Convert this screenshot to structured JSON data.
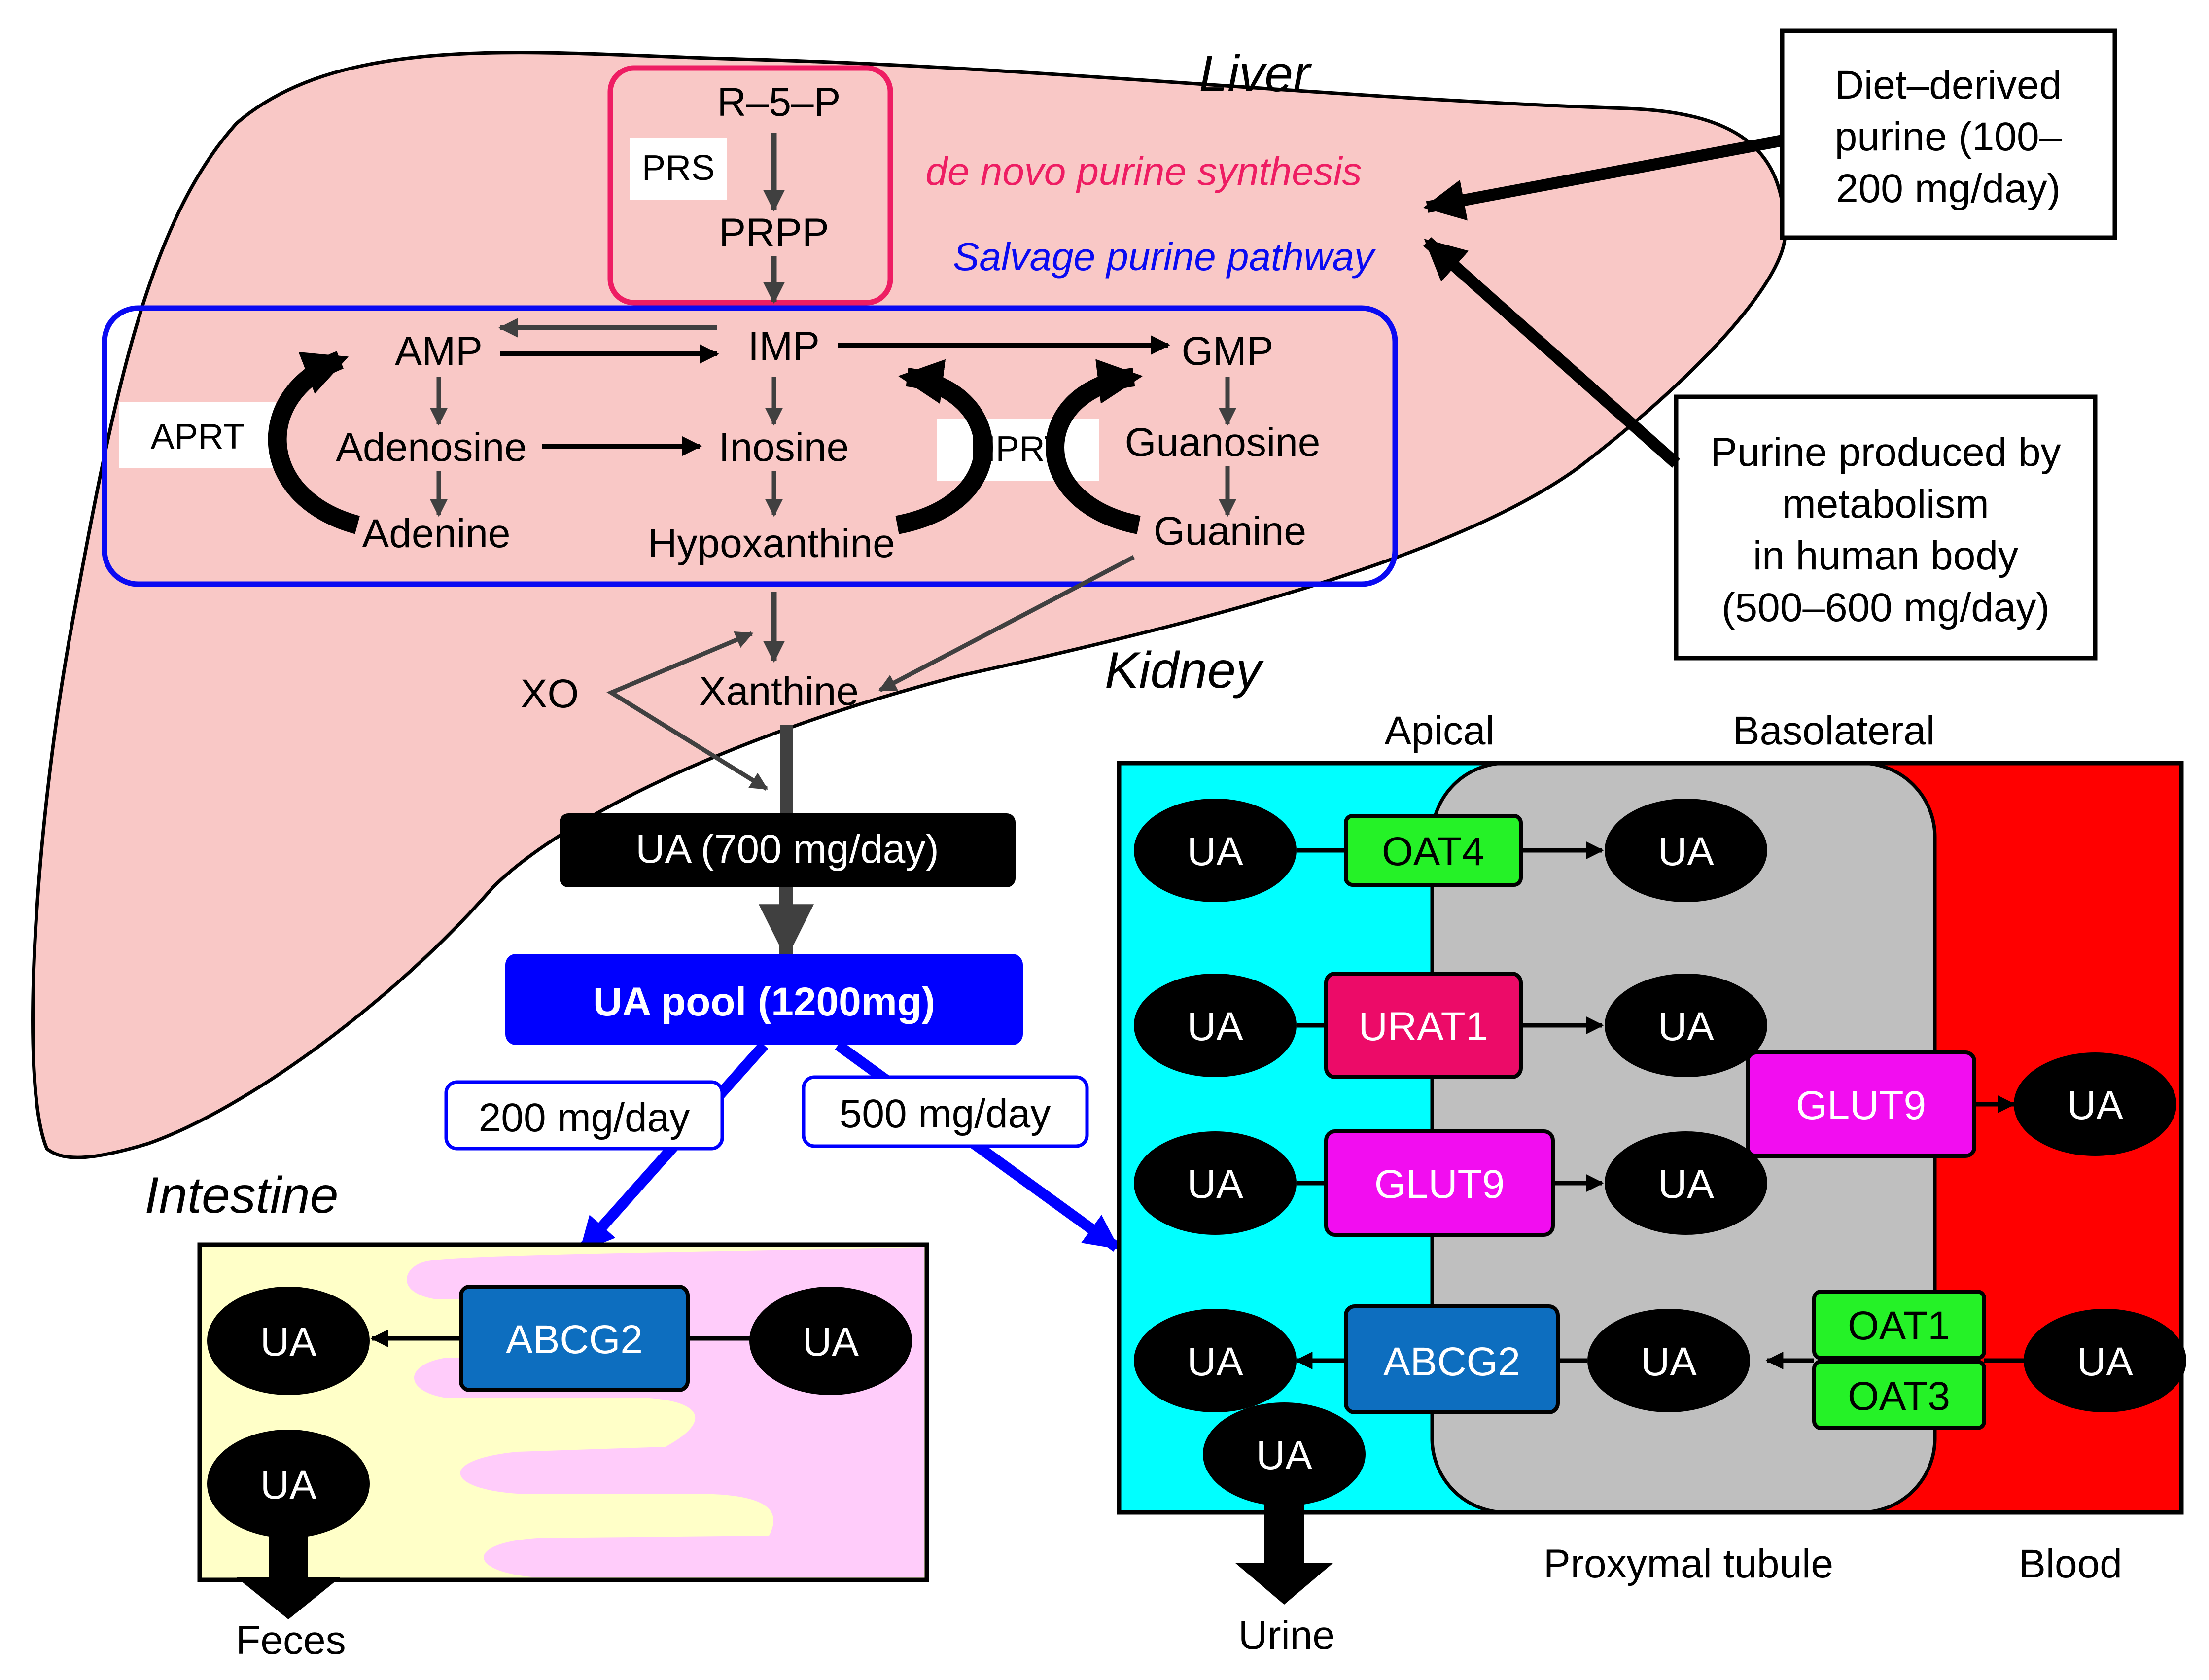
{
  "regions": {
    "liver": "Liver",
    "kidney": "Kidney",
    "intestine": "Intestine"
  },
  "sources": {
    "diet": [
      "Diet–derived",
      "purine  (100–",
      "200 mg/day)"
    ],
    "body": [
      "Purine produced by",
      "metabolism",
      "in human body",
      "(500–600 mg/day)"
    ]
  },
  "liver": {
    "r5p": "R–5–P",
    "prs": "PRS",
    "prpp": "PRPP",
    "denovo": "de novo purine synthesis",
    "salvage": "Salvage purine pathway",
    "amp": "AMP",
    "imp": "IMP",
    "gmp": "GMP",
    "aprt": "APRT",
    "hprt": "HPRT",
    "adenosine": "Adenosine",
    "inosine": "Inosine",
    "guanosine": "Guanosine",
    "adenine": "Adenine",
    "hypoxanthine": "Hypoxanthine",
    "guanine": "Guanine",
    "xo": "XO",
    "xanthine": "Xanthine",
    "ua_daily": "UA (700 mg/day)",
    "ua_pool": "UA pool (1200mg)",
    "to_intestine": "200 mg/day",
    "to_kidney": "500 mg/day"
  },
  "intestine": {
    "transporter": "ABCG2",
    "ua": "UA",
    "feces": "Feces"
  },
  "kidney": {
    "apical": "Apical",
    "basolateral": "Basolateral",
    "proximal_tubule": "Proxymal tubule",
    "blood": "Blood",
    "urine": "Urine",
    "ua": "UA",
    "oat4": "OAT4",
    "urat1": "URAT1",
    "glut9": "GLUT9",
    "abcg2": "ABCG2",
    "oat1": "OAT1",
    "oat3": "OAT3"
  },
  "colors": {
    "liver_fill": "#f9c8c6",
    "denovo": "#ee1d63",
    "salvage": "#0a0af2",
    "oat_green": "#25f227",
    "urat1": "#ec0b68",
    "glut9": "#f20df0",
    "abcg2": "#0d6ebf",
    "lumen": "#00ffff",
    "cell": "#bfbfbf",
    "blood": "#ff0000",
    "intestine_bg": "#ffffc8",
    "intestine_villi": "#ffccfa"
  }
}
